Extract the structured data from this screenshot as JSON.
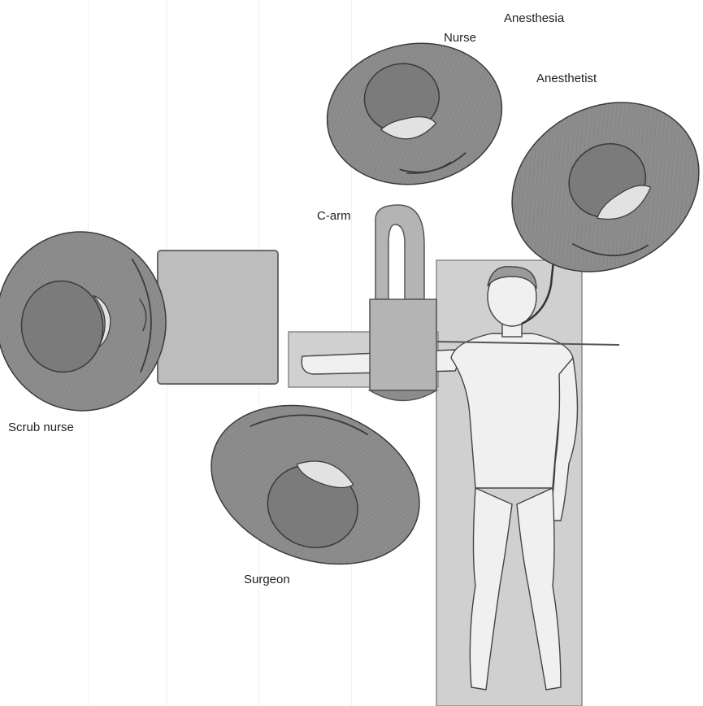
{
  "labels": {
    "anesthesia": "Anesthesia",
    "nurse": "Nurse",
    "anesthetist": "Anesthetist",
    "c_arm": "C-arm",
    "scrub_nurse": "Scrub nurse",
    "surgeon": "Surgeon"
  },
  "colors": {
    "table": "#d0d0d0",
    "table_edge": "#8a8a8a",
    "gown": "#8c8c8c",
    "gown_dark": "#5e5e5e",
    "head": "#7b7b7b",
    "mask": "#e2e2e2",
    "device": "#b4b4b4",
    "device_dark": "#8c8c8c",
    "skin": "#f0f0f0",
    "line": "#333333"
  },
  "icons": [
    "person-top-view",
    "c-arm-device",
    "instrument-tray",
    "patient-figure"
  ]
}
